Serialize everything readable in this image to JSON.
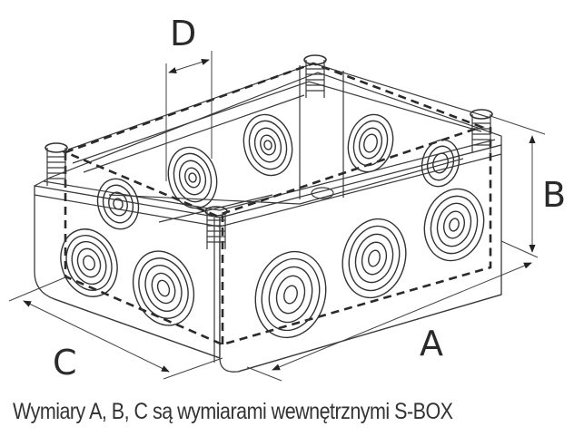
{
  "diagram": {
    "title": "S-BOX junction box dimensions",
    "labels": {
      "a": "A",
      "b": "B",
      "c": "C",
      "d": "D"
    },
    "caption": "Wymiary A, B, C są wymiarami wewnętrznymi S-BOX"
  }
}
